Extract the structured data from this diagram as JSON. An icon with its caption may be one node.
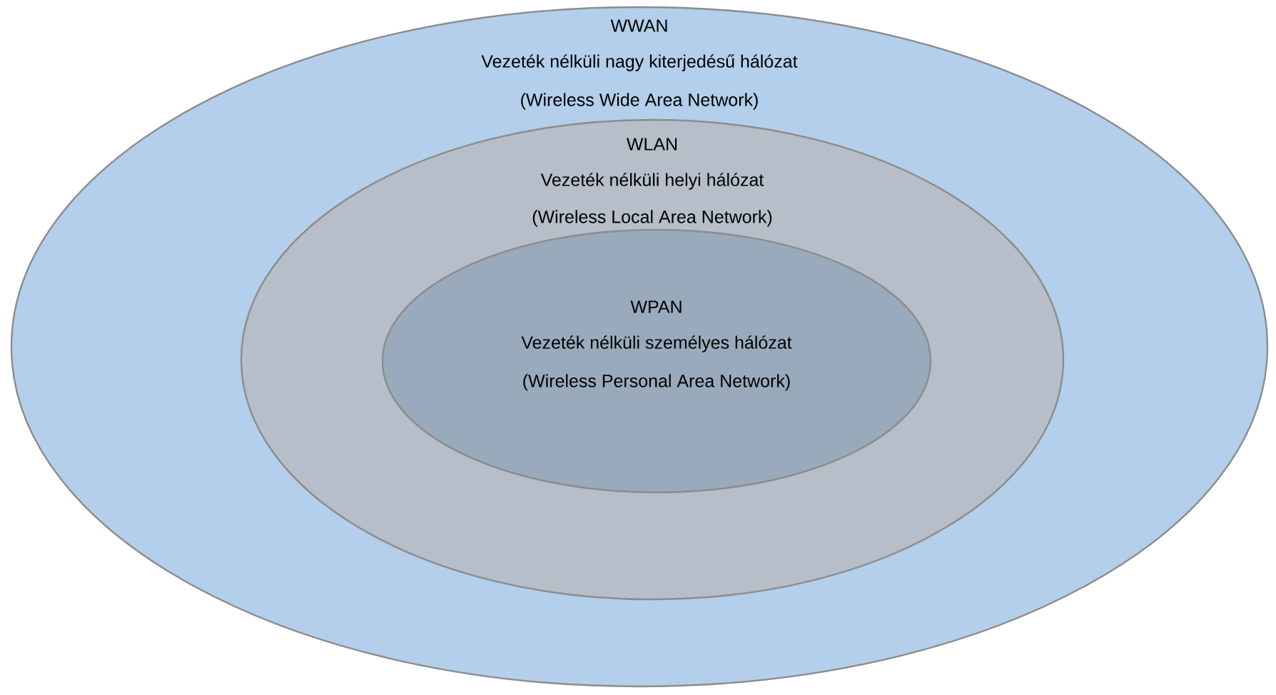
{
  "diagram": {
    "nodes": [
      {
        "text": [
          "WWAN",
          "Vezeték nélküli nagy kiterjedésű hálózat",
          "(Wireless Wide Area Network)"
        ]
      },
      {
        "text": [
          "WLAN",
          "Vezeték nélküli helyi hálózat",
          "(Wireless Local Area Network)"
        ],
        "in": 0
      },
      {
        "text": [
          "WPAN",
          "Vezeték nélküli személyes hálózat",
          "(Wireless Personal Area Network)"
        ],
        "in": 1
      }
    ]
  }
}
